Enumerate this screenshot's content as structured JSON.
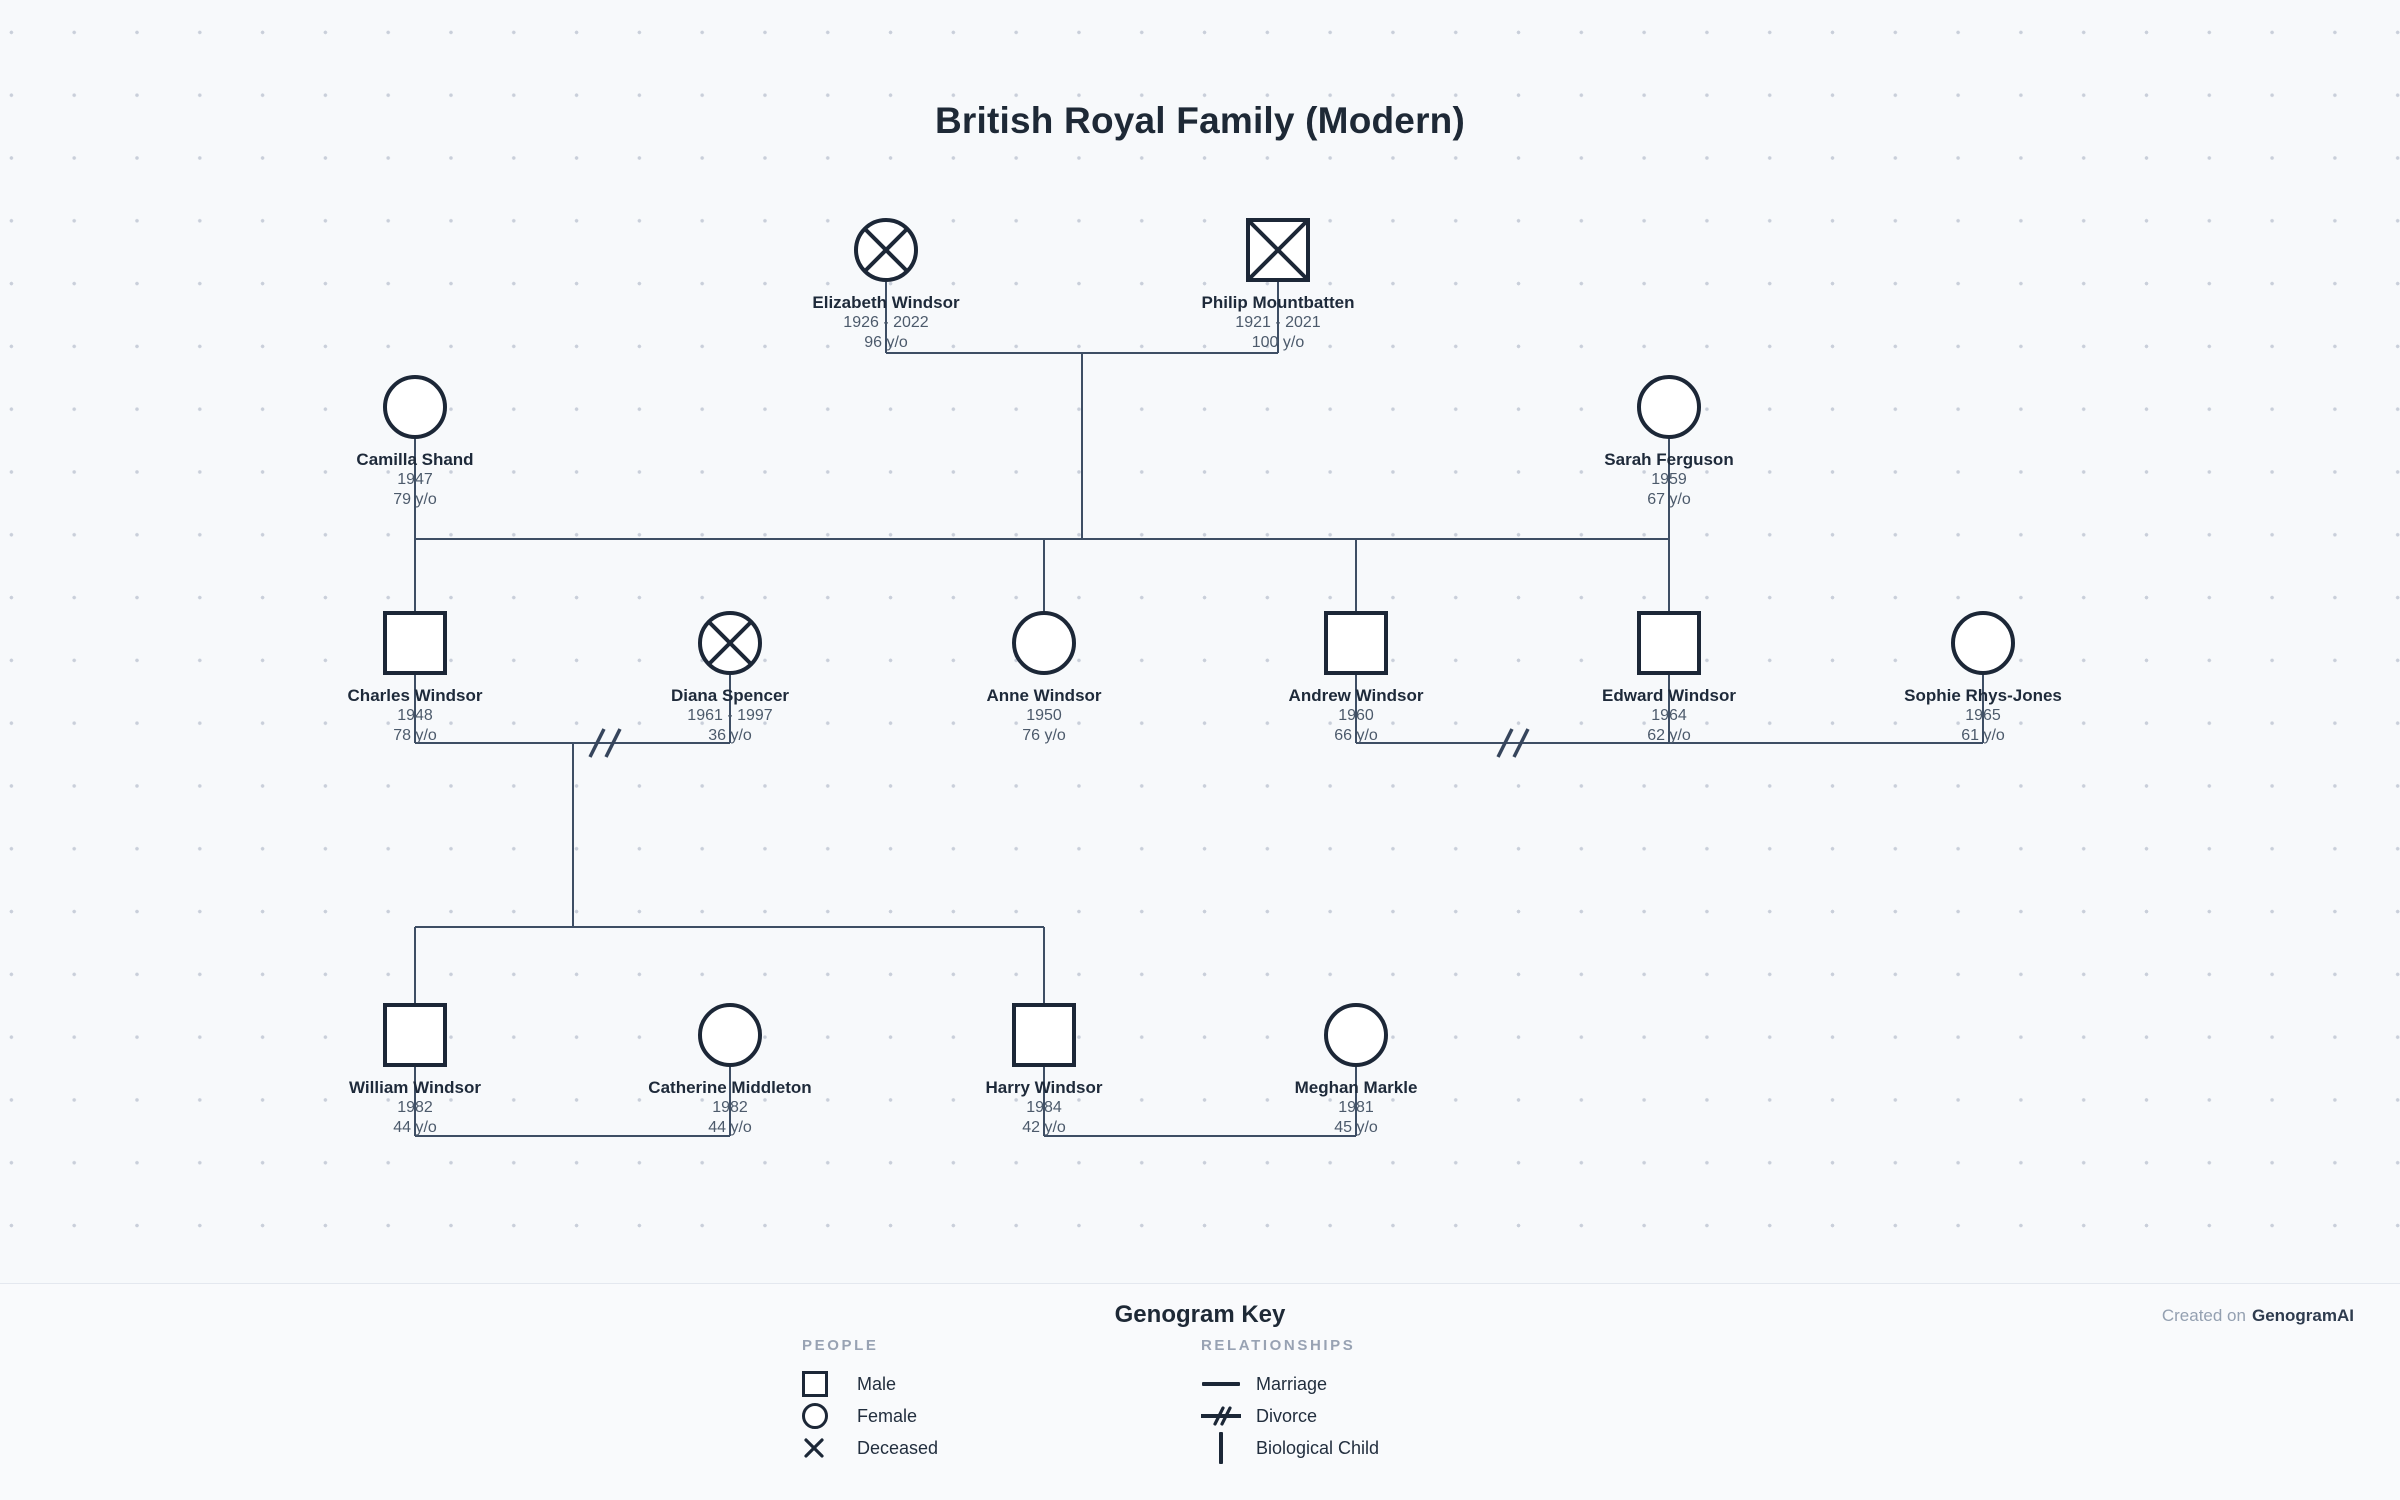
{
  "title": "British Royal Family (Modern)",
  "people": {
    "elizabeth": {
      "name": "Elizabeth Windsor",
      "years": "1926 - 2022",
      "age": "96 y/o"
    },
    "philip": {
      "name": "Philip Mountbatten",
      "years": "1921 - 2021",
      "age": "100 y/o"
    },
    "camilla": {
      "name": "Camilla Shand",
      "years": "1947",
      "age": "79 y/o"
    },
    "sarah": {
      "name": "Sarah Ferguson",
      "years": "1959",
      "age": "67 y/o"
    },
    "charles": {
      "name": "Charles Windsor",
      "years": "1948",
      "age": "78 y/o"
    },
    "diana": {
      "name": "Diana Spencer",
      "years": "1961 - 1997",
      "age": "36 y/o"
    },
    "anne": {
      "name": "Anne Windsor",
      "years": "1950",
      "age": "76 y/o"
    },
    "andrew": {
      "name": "Andrew Windsor",
      "years": "1960",
      "age": "66 y/o"
    },
    "edward": {
      "name": "Edward Windsor",
      "years": "1964",
      "age": "62 y/o"
    },
    "sophie": {
      "name": "Sophie Rhys-Jones",
      "years": "1965",
      "age": "61 y/o"
    },
    "william": {
      "name": "William Windsor",
      "years": "1982",
      "age": "44 y/o"
    },
    "catherine": {
      "name": "Catherine Middleton",
      "years": "1982",
      "age": "44 y/o"
    },
    "harry": {
      "name": "Harry Windsor",
      "years": "1984",
      "age": "42 y/o"
    },
    "meghan": {
      "name": "Meghan Markle",
      "years": "1981",
      "age": "45 y/o"
    }
  },
  "key": {
    "title": "Genogram Key",
    "people_header": "PEOPLE",
    "relationships_header": "RELATIONSHIPS",
    "male": "Male",
    "female": "Female",
    "deceased": "Deceased",
    "marriage": "Marriage",
    "divorce": "Divorce",
    "biological_child": "Biological Child"
  },
  "footer": {
    "created_prefix": "Created on",
    "brand": "GenogramAI"
  },
  "colors": {
    "ink": "#1c2737",
    "line": "#3e4e64",
    "meta_text": "#4c5a6b",
    "canvas_bg": "#f7f9fb"
  }
}
